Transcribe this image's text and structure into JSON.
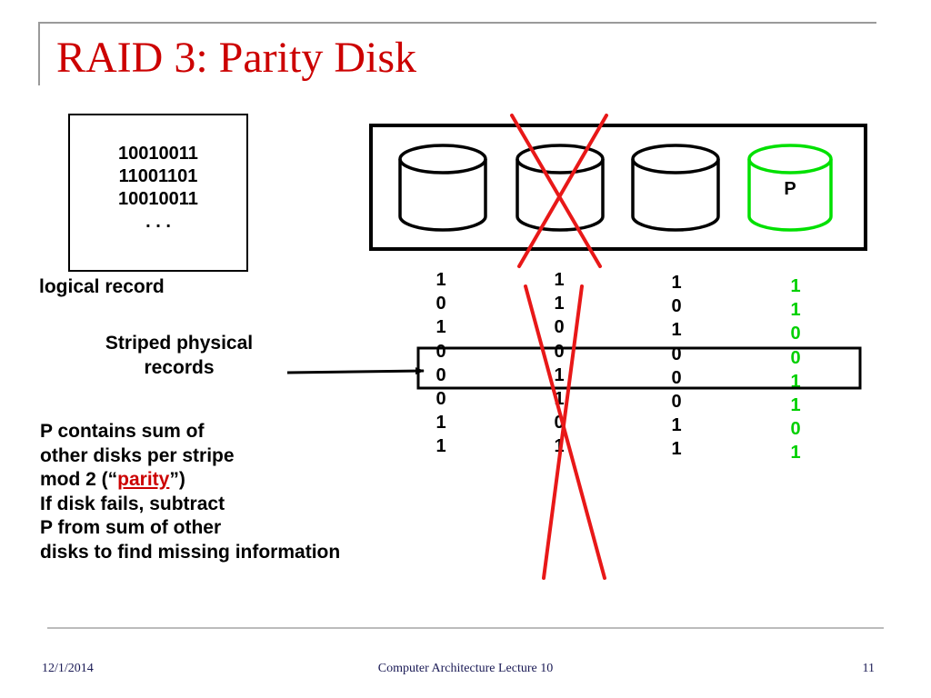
{
  "title": "RAID 3: Parity Disk",
  "logical_record": {
    "lines": [
      "10010011",
      "11001101",
      "10010011",
      ". . ."
    ],
    "caption": "logical record"
  },
  "striped_caption": [
    "Striped physical",
    "records"
  ],
  "description": {
    "line1": "P contains sum of",
    "line2": "other disks per stripe",
    "line3_prefix": "mod 2 (“",
    "line3_link": "parity",
    "line3_suffix": "”)",
    "line4": "If disk fails, subtract",
    "line5": "P from sum of other",
    "line6": "disks to find missing information"
  },
  "disks": {
    "parity_label": "P",
    "failed_disk_index": 1,
    "colors": {
      "normal": "#000000",
      "parity": "#00e000",
      "failure_mark": "#e81818"
    }
  },
  "columns": [
    {
      "bits": [
        "1",
        "0",
        "1",
        "0",
        "0",
        "0",
        "1",
        "1"
      ]
    },
    {
      "bits": [
        "1",
        "1",
        "0",
        "0",
        "1",
        "1",
        "0",
        "1"
      ]
    },
    {
      "bits": [
        "1",
        "0",
        "1",
        "0",
        "0",
        "0",
        "1",
        "1"
      ]
    },
    {
      "bits": [
        "1",
        "1",
        "0",
        "0",
        "1",
        "1",
        "0",
        "1"
      ]
    }
  ],
  "footer": {
    "date": "12/1/2014",
    "center": "Computer Architecture Lecture 10",
    "page": "11"
  }
}
